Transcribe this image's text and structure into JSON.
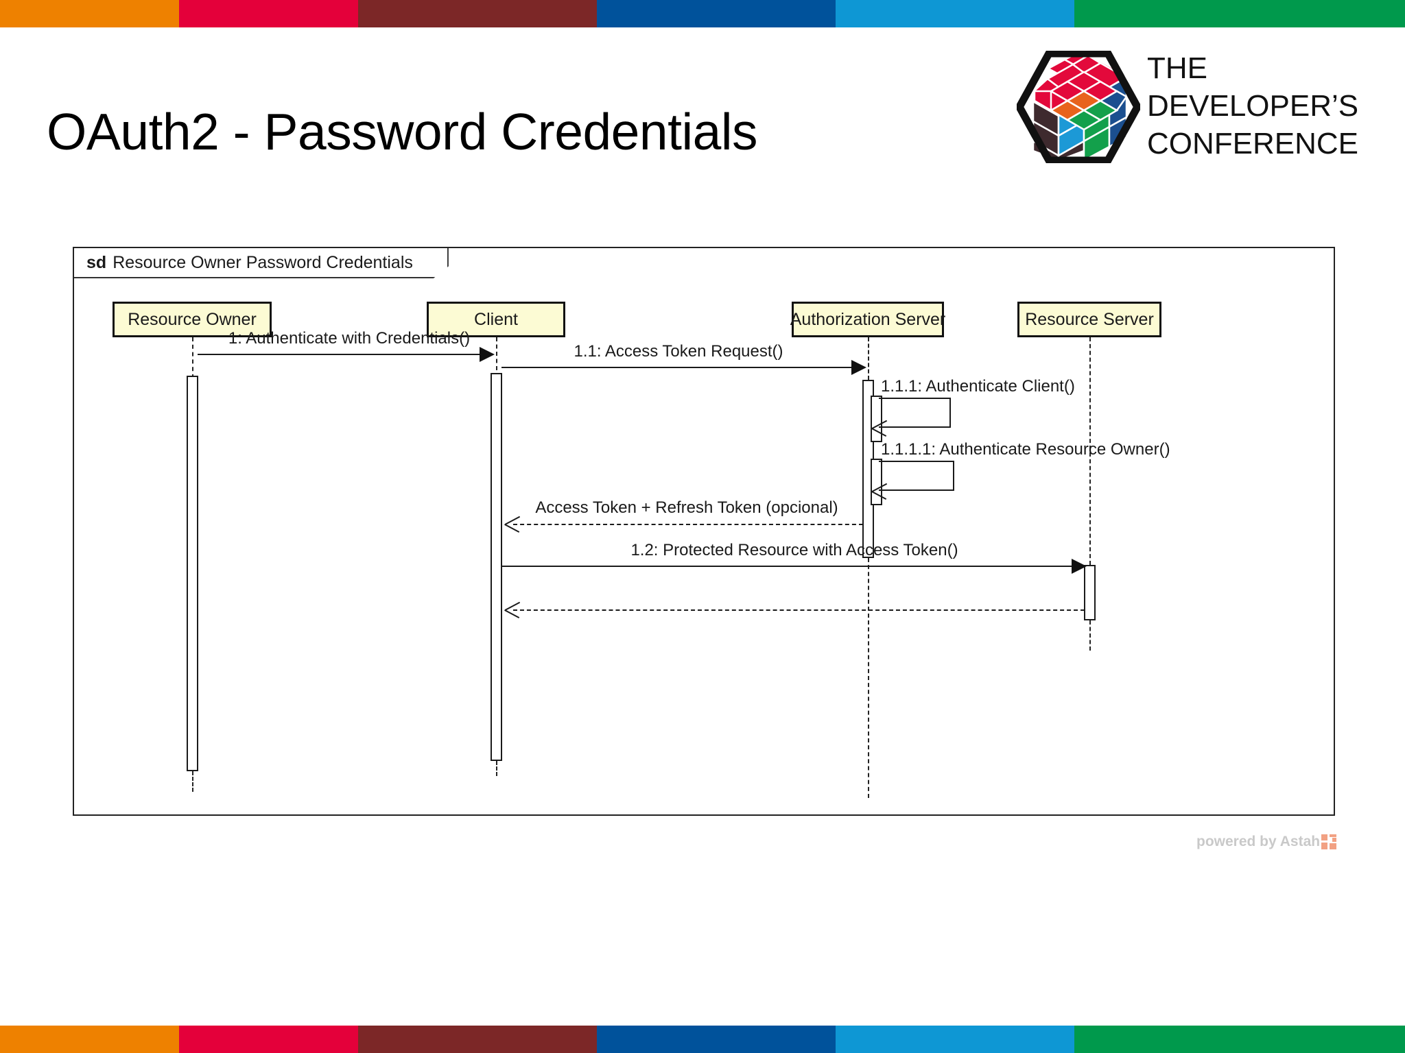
{
  "slide": {
    "title": "OAuth2 - Password Credentials",
    "top_bar_colors": [
      "#EE8100",
      "#E4003A",
      "#7C2727",
      "#00529B",
      "#0E97D4",
      "#00994C"
    ],
    "bottom_bar_colors": [
      "#EE8100",
      "#E4003A",
      "#7C2727",
      "#00529B",
      "#0E97D4",
      "#00994C"
    ]
  },
  "logo": {
    "line1": "THE",
    "line2": "DEVELOPER’S",
    "line3": "CONFERENCE",
    "name": "the-developers-conference-logo",
    "cube_colors": {
      "red": "#E3093B",
      "orange": "#E8631C",
      "green": "#13A04B",
      "blue": "#1B4F8F",
      "light_blue": "#1C99D6",
      "dark_plum": "#3E2A2E",
      "outline": "#111111"
    }
  },
  "diagram": {
    "frame_keyword": "sd",
    "frame_title": "Resource Owner Password Credentials",
    "lifelines": [
      {
        "id": "resource-owner",
        "label": "Resource Owner"
      },
      {
        "id": "client",
        "label": "Client"
      },
      {
        "id": "authorization-server",
        "label": "Authorization Server"
      },
      {
        "id": "resource-server",
        "label": "Resource Server"
      }
    ],
    "messages": [
      {
        "id": "m1",
        "label": "1: Authenticate with Credentials()",
        "kind": "call",
        "from": "resource-owner",
        "to": "client"
      },
      {
        "id": "m1-1",
        "label": "1.1: Access Token Request()",
        "kind": "call",
        "from": "client",
        "to": "authorization-server"
      },
      {
        "id": "m1-1-1",
        "label": "1.1.1: Authenticate Client()",
        "kind": "self",
        "from": "authorization-server",
        "to": "authorization-server"
      },
      {
        "id": "m1-1-1-1",
        "label": "1.1.1.1: Authenticate Resource Owner()",
        "kind": "self",
        "from": "authorization-server",
        "to": "authorization-server"
      },
      {
        "id": "m-return-token",
        "label": "Access Token + Refresh Token (opcional)",
        "kind": "return",
        "from": "authorization-server",
        "to": "client"
      },
      {
        "id": "m1-2",
        "label": "1.2: Protected Resource with Access Token()",
        "kind": "call",
        "from": "client",
        "to": "resource-server"
      },
      {
        "id": "m-return-resource",
        "label": "",
        "kind": "return",
        "from": "resource-server",
        "to": "client"
      }
    ],
    "fill_color": "#FCFBD4",
    "line_color": "#1a1a1a"
  },
  "footer": {
    "powered_by": "powered by Astah",
    "mark_color": "#F2A183"
  }
}
